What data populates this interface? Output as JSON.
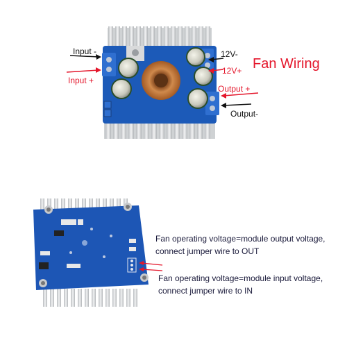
{
  "title": "Fan Wiring",
  "labels": {
    "input_minus": "Input -",
    "input_plus": "Input +",
    "fan_12v_minus": "12V-",
    "fan_12v_plus": "12V+",
    "output_plus": "Output +",
    "output_minus": "Output-"
  },
  "notes": {
    "output_mode": {
      "line1": "Fan operating voltage=module output voltage,",
      "line2": "connect jumper wire to OUT"
    },
    "input_mode": {
      "line1": "Fan operating voltage=module input voltage,",
      "line2": "connect jumper wire to IN"
    }
  },
  "colors": {
    "annotation_red": "#e4162b",
    "label_black": "#111111",
    "pcb_blue": "#1c5ab8",
    "heatsink_silver": "#d8dadc",
    "copper_coil": "#c4773a"
  }
}
